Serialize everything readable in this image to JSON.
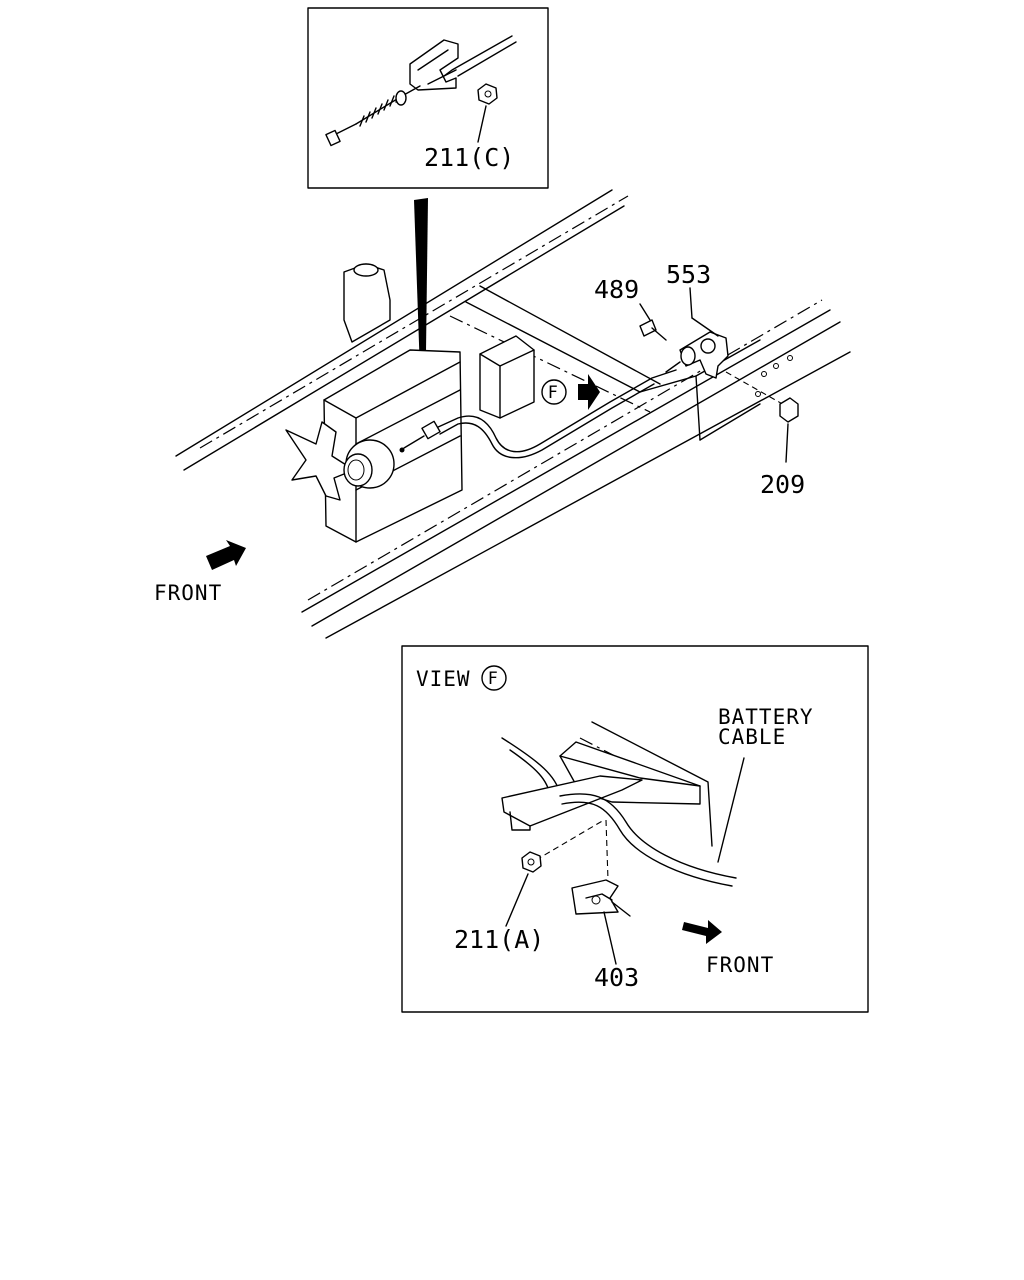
{
  "labels": {
    "part_211c": "211(C)",
    "part_489": "489",
    "part_553": "553",
    "part_209": "209",
    "front_main": "FRONT",
    "view_prefix": "VIEW",
    "view_letter": "F",
    "main_view_letter": "F",
    "battery_line1": "BATTERY",
    "battery_line2": "CABLE",
    "part_211a": "211(A)",
    "part_403": "403",
    "front_view": "FRONT"
  }
}
